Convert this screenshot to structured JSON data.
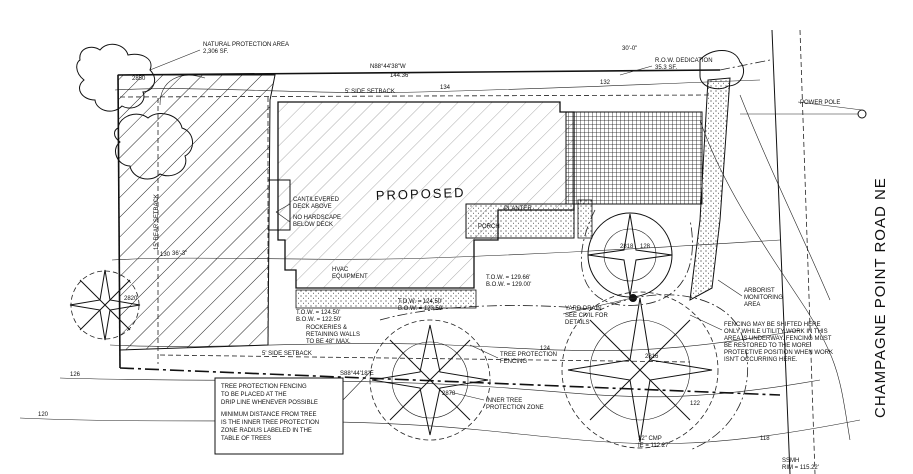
{
  "labels": {
    "natural_area": "NATURAL PROTECTION AREA",
    "natural_area_sf": "2,306 SF.",
    "row_dedication": "R.O.W. DEDICATION",
    "row_dedication_sf": "35.3 SF.",
    "power_pole": "POWER POLE",
    "bearing_top": "N88°44'38\"W",
    "bearing_top_len": "144.36'",
    "side_setback_top": "5' SIDE SETBACK",
    "side_setback_bottom": "5' SIDE SETBACK",
    "rear_setback": "15' REAR SETBACK",
    "proposed": "PROPOSED",
    "cantilevered_1": "CANTILEVERED",
    "cantilevered_2": "DECK ABOVE",
    "no_hardscape_1": "NO HARDSCAPE",
    "no_hardscape_2": "BELOW DECK",
    "hvac_1": "HVAC",
    "hvac_2": "EQUIPMENT",
    "planter": "PLANTER",
    "porch": "PORCH",
    "tow_1": "T.O.W. = 129.66'",
    "bow_1": "B.O.W. = 129.00'",
    "tow_2": "T.O.W. = 124.50'",
    "bow_2": "B.O.W. = 123.50'",
    "tow_3": "T.O.W. = 124.50'",
    "bow_3": "B.O.W. = 122.50'",
    "rockeries_1": "ROCKERIES &",
    "rockeries_2": "RETAINING WALLS",
    "rockeries_3": "TO BE 48\" MAX.",
    "tree_2820": "2820",
    "tree_2818": "2818",
    "tree_2816": "2816",
    "tree_2878": "2878",
    "tree_2850": "2850",
    "dim_36": "36'-3\"",
    "dim_30_top": "30'-0\"",
    "bearing_bottom": "S88°44'18\"E",
    "yard_drain_1": "YARD DRAIN",
    "yard_drain_2": "SEE CIVIL FOR",
    "yard_drain_3": "DETAILS",
    "tree_fencing_near": "TREE PROTECTION",
    "tree_fencing_near_2": "FENCING",
    "inner_zone_1": "INNER TREE",
    "inner_zone_2": "PROTECTION ZONE",
    "arborist_1": "ARBORIST",
    "arborist_2": "MONITORING",
    "arborist_3": "AREA",
    "road": "CHAMPAGNE POINT ROAD NE",
    "ssmh_1": "SSMH",
    "ssmh_2": "RIM = 115.22'",
    "cmp_1": "12\" CMP",
    "cmp_2": "IE = 112.27'"
  },
  "note_fencing_shift": [
    "FENCING MAY BE SHIFTED HERE",
    "ONLY WHILE UTILITY WORK IN THIS",
    "AREA IS UNDERWAY. FENCING MUST",
    "BE RESTORED TO THE MORE",
    "PROTECTIVE POSITION WHEN WORK",
    "ISN'T OCCURRING HERE."
  ],
  "note_box": [
    "TREE PROTECTION FENCING",
    "TO BE PLACED AT THE",
    "DRIP LINE WHENEVER POSSIBLE",
    "MINIMUM DISTANCE FROM TREE",
    "IS THE INNER TREE PROTECTION",
    "ZONE RADIUS LABELED IN THE",
    "TABLE OF TREES"
  ],
  "contours": [
    "134",
    "132",
    "130",
    "128",
    "126",
    "124",
    "122",
    "120",
    "118"
  ]
}
